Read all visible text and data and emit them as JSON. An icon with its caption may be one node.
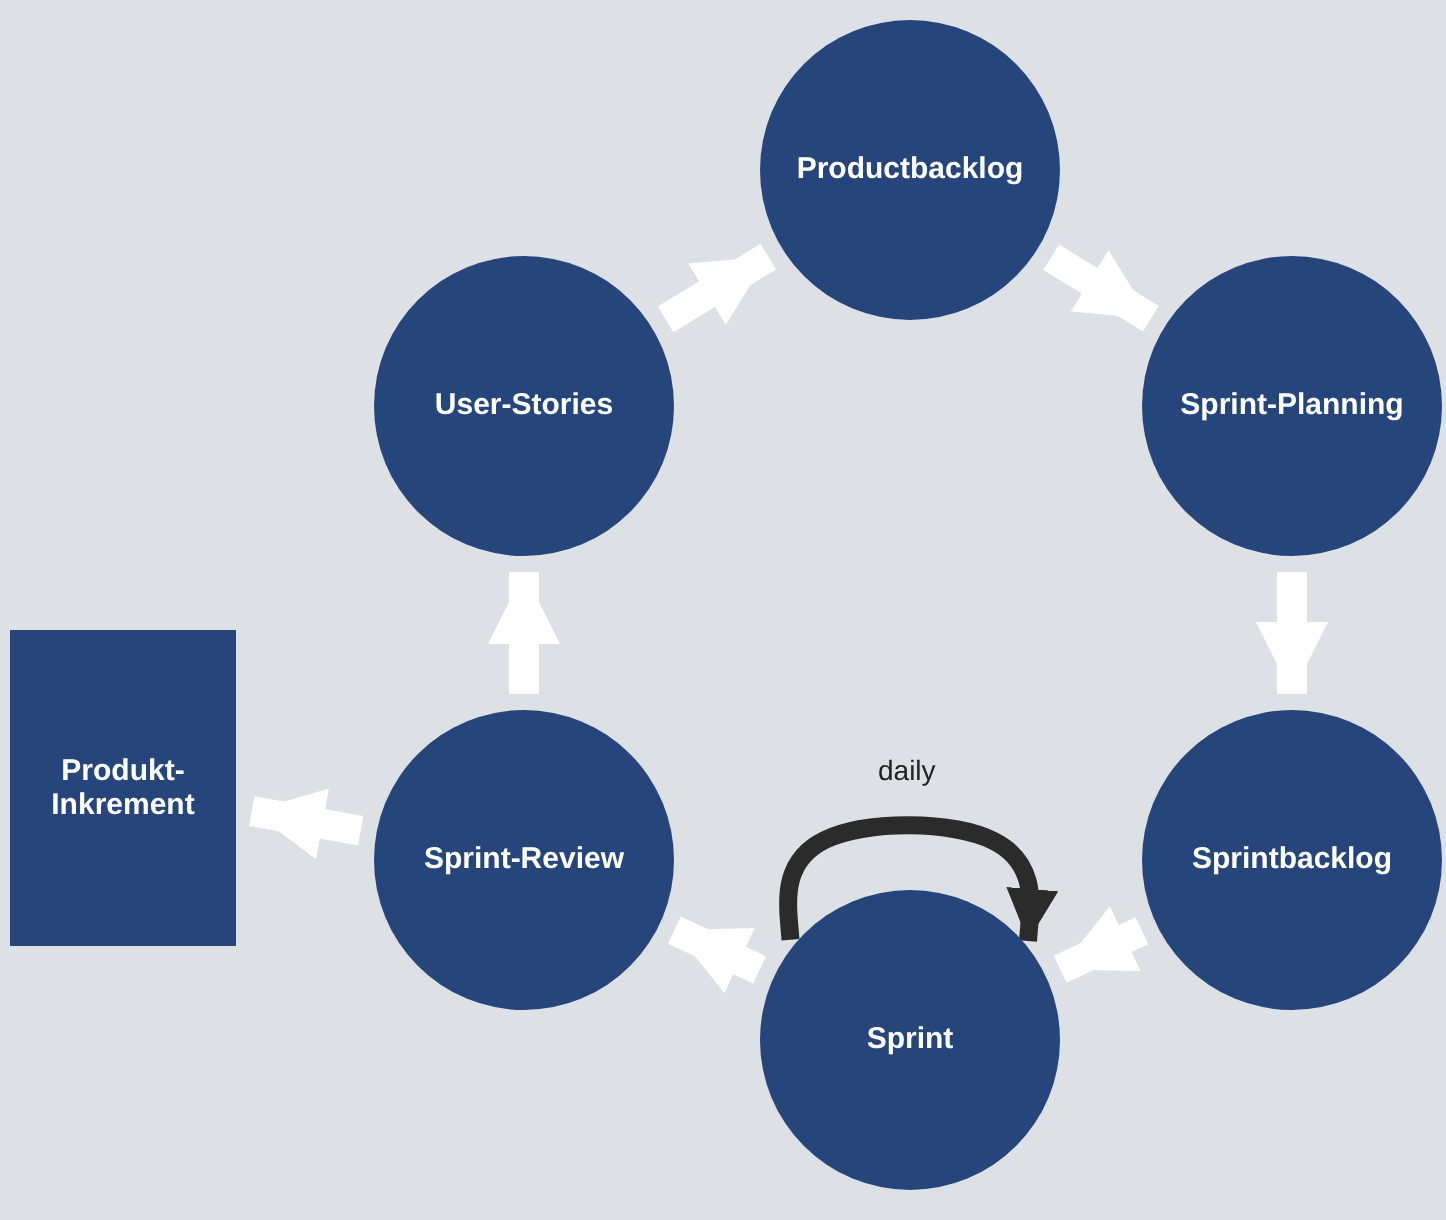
{
  "diagram": {
    "nodes": [
      {
        "text": [
          "Productbacklog"
        ]
      },
      {
        "text": [
          "Sprint-Planning"
        ]
      },
      {
        "text": [
          "Sprintbacklog"
        ]
      },
      {
        "text": [
          "Sprint"
        ]
      },
      {
        "text": [
          "Sprint-Review"
        ]
      },
      {
        "text": [
          "User-Stories"
        ]
      },
      {
        "text": [
          "Produkt-Inkrement"
        ]
      }
    ],
    "edges": [
      {
        "from": 5,
        "to": 0,
        "arrow": "to"
      },
      {
        "from": 0,
        "to": 1,
        "arrow": "to"
      },
      {
        "from": 1,
        "to": 2,
        "arrow": "to"
      },
      {
        "from": 2,
        "to": 3,
        "arrow": "to"
      },
      {
        "from": 3,
        "to": 4,
        "arrow": "to"
      },
      {
        "from": 4,
        "to": 5,
        "arrow": "to"
      },
      {
        "from": 4,
        "to": 6,
        "arrow": "to"
      },
      {
        "from": 3,
        "to": 3,
        "arrow": "to",
        "label": "daily",
        "color": "#2b2b2b"
      }
    ]
  }
}
